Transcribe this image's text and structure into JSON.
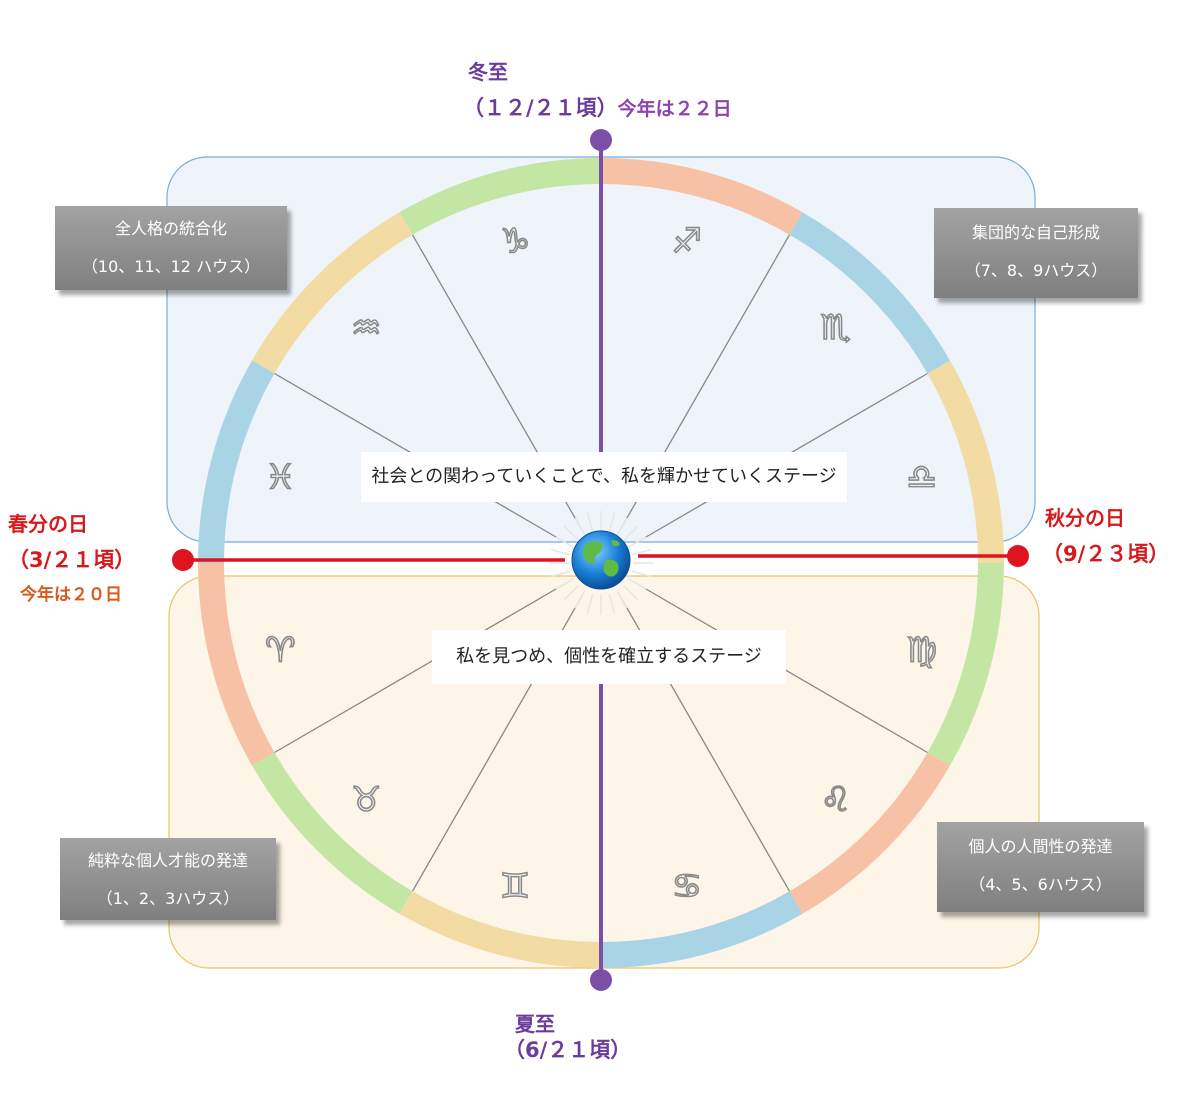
{
  "colors": {
    "purple_axis": "#7b4fa8",
    "red_axis": "#e0141e",
    "upper_panel_fill": "#eef4fa",
    "upper_panel_border": "#7aaed6",
    "lower_panel_fill": "#fdf6e8",
    "lower_panel_border": "#e8c46a",
    "ring_green": "#c4e6a5",
    "ring_salmon": "#f7c1a5",
    "ring_blue": "#a9d4e6",
    "ring_yellow": "#f2dca3"
  },
  "solstice_top": {
    "title": "冬至",
    "date": "（１２/２１頃）",
    "note": "今年は２２日"
  },
  "solstice_bottom": {
    "title": "夏至",
    "date": "（6/２１頃）"
  },
  "equinox_left": {
    "title": "春分の日",
    "date": "（3/２１頃）",
    "note": "今年は２０日"
  },
  "equinox_right": {
    "title": "秋分の日",
    "date": "（9/２３頃）"
  },
  "stages": {
    "upper": "社会との関わっていくことで、私を輝かせていくステージ",
    "lower": "私を見つめ、個性を確立するステージ"
  },
  "quadrants": {
    "top_left": {
      "title": "全人格の統合化",
      "houses": "（10、11、12 ハウス）"
    },
    "top_right": {
      "title": "集団的な自己形成",
      "houses": "（7、8、9ハウス）"
    },
    "bottom_left": {
      "title": "純粋な個人才能の発達",
      "houses": "（1、2、3ハウス）"
    },
    "bottom_right": {
      "title": "個人の人間性の発達",
      "houses": "（4、5、6ハウス）"
    }
  },
  "zodiac_signs": [
    {
      "name": "aries",
      "glyph": "♈"
    },
    {
      "name": "taurus",
      "glyph": "♉"
    },
    {
      "name": "gemini",
      "glyph": "♊"
    },
    {
      "name": "cancer",
      "glyph": "♋"
    },
    {
      "name": "leo",
      "glyph": "♌"
    },
    {
      "name": "virgo",
      "glyph": "♍"
    },
    {
      "name": "libra",
      "glyph": "♎"
    },
    {
      "name": "scorpio",
      "glyph": "♏"
    },
    {
      "name": "sagittarius",
      "glyph": "♐"
    },
    {
      "name": "capricorn",
      "glyph": "♑"
    },
    {
      "name": "aquarius",
      "glyph": "♒"
    },
    {
      "name": "pisces",
      "glyph": "♓"
    }
  ],
  "center_icon": "earth-globe-icon"
}
